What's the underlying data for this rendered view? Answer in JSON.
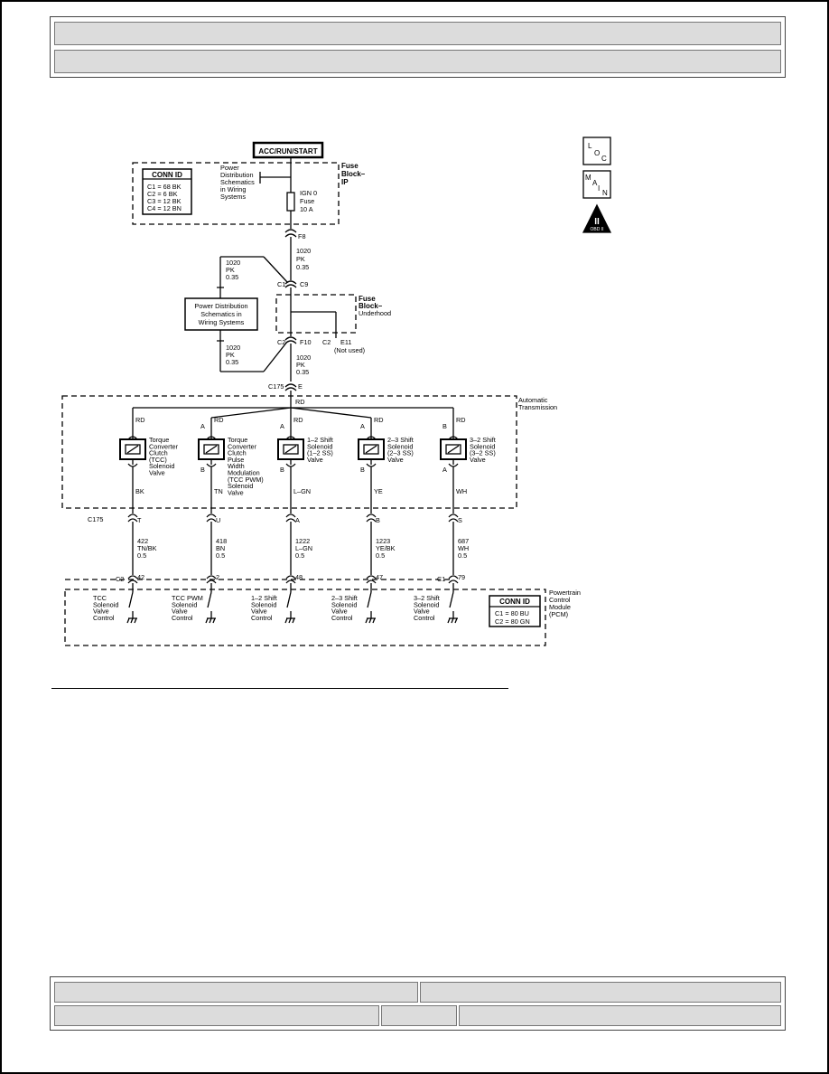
{
  "header": {
    "title": "",
    "subtitle": ""
  },
  "footer": {
    "left_top": "",
    "right_top": "",
    "left_bottom": "",
    "mid_bottom": "",
    "right_bottom": ""
  },
  "diagram": {
    "power_source": "ACC/RUN/START",
    "fuse_block_ip": {
      "label": [
        "Fuse",
        "Block–",
        "IP"
      ],
      "conn_id_title": "CONN ID",
      "conn_id": [
        "C1 = 68 BK",
        "C2 = 6 BK",
        "C3 = 12 BK",
        "C4 = 12 BN"
      ],
      "pds_ref": [
        "Power",
        "Distribution",
        "Schematics",
        "in Wiring",
        "Systems"
      ],
      "fuse": [
        "IGN 0",
        "Fuse",
        "10 A"
      ],
      "terminal": "F8"
    },
    "wire_top": [
      "1020",
      "PK",
      "0.35"
    ],
    "pds_box": [
      "Power Distribution",
      "Schematics in",
      "Wiring Systems"
    ],
    "pds_wire_upper": [
      "1020",
      "PK",
      "0.35"
    ],
    "pds_wire_lower": [
      "1020",
      "PK",
      "0.35"
    ],
    "underhood": {
      "label": [
        "Fuse",
        "Block–",
        "Underhood"
      ],
      "c1": "C1",
      "c9": "C9",
      "c2": "C2",
      "f10": "F10",
      "c2b": "C2",
      "e11": "E11",
      "not_used": "(Not used)"
    },
    "wire_mid": [
      "1020",
      "PK",
      "0.35"
    ],
    "c175_top": "C175",
    "c175_top_pin": "E",
    "trans_label": [
      "Automatic",
      "Transmission"
    ],
    "rd_bus": "RD",
    "solenoids": [
      {
        "top_pin": "",
        "rd": "RD",
        "bot_pin": "",
        "label": [
          "Torque",
          "Converter",
          "Clutch",
          "(TCC)",
          "Solenoid",
          "Valve"
        ],
        "color": "BK",
        "c175_pin": "T",
        "wire": [
          "422",
          "TN/BK",
          "0.5"
        ],
        "pcm_pin": "42",
        "pcm_label": [
          "TCC",
          "Solenoid",
          "Valve",
          "Control"
        ]
      },
      {
        "top_pin": "A",
        "rd": "RD",
        "bot_pin": "B",
        "label": [
          "Torque",
          "Converter",
          "Clutch",
          "Pulse",
          "Width",
          "Modulation",
          "(TCC PWM)",
          "Solenoid",
          "Valve"
        ],
        "color": "TN",
        "c175_pin": "U",
        "wire": [
          "418",
          "BN",
          "0.5"
        ],
        "pcm_pin": "2",
        "pcm_label": [
          "TCC PWM",
          "Solenoid",
          "Valve",
          "Control"
        ]
      },
      {
        "top_pin": "A",
        "rd": "RD",
        "bot_pin": "B",
        "label": [
          "1–2 Shift",
          "Solenoid",
          "(1–2 SS)",
          "Valve"
        ],
        "color": "L–GN",
        "c175_pin": "A",
        "wire": [
          "1222",
          "L–GN",
          "0.5"
        ],
        "pcm_pin": "48",
        "pcm_label": [
          "1–2 Shift",
          "Solenoid",
          "Valve",
          "Control"
        ]
      },
      {
        "top_pin": "A",
        "rd": "RD",
        "bot_pin": "B",
        "label": [
          "2–3 Shift",
          "Solenoid",
          "(2–3 SS)",
          "Valve"
        ],
        "color": "YE",
        "c175_pin": "B",
        "wire": [
          "1223",
          "YE/BK",
          "0.5"
        ],
        "pcm_pin": "47",
        "pcm_label": [
          "2–3 Shift",
          "Solenoid",
          "Valve",
          "Control"
        ]
      },
      {
        "top_pin": "B",
        "rd": "RD",
        "bot_pin": "A",
        "label": [
          "3–2 Shift",
          "Solenoid",
          "(3–2 SS)",
          "Valve"
        ],
        "color": "WH",
        "c175_pin": "S",
        "wire": [
          "687",
          "WH",
          "0.5"
        ],
        "pcm_pin": "79",
        "pcm_label": [
          "3–2 Shift",
          "Solenoid",
          "Valve",
          "Control"
        ]
      }
    ],
    "c175_bottom": "C175",
    "pcm": {
      "c2": "C2",
      "c1": "C1",
      "label": [
        "Powertrain",
        "Control",
        "Module",
        "(PCM)"
      ],
      "conn_id_title": "CONN ID",
      "conn_id": [
        "C1 = 80 BU",
        "C2 = 80 GN"
      ]
    }
  },
  "legend": {
    "loc": {
      "l": "L",
      "o": "O",
      "c": "C"
    },
    "main": {
      "m": "M",
      "a": "A",
      "i": "I",
      "n": "N"
    },
    "obd": {
      "numeral": "II",
      "text": "OBD II"
    }
  }
}
